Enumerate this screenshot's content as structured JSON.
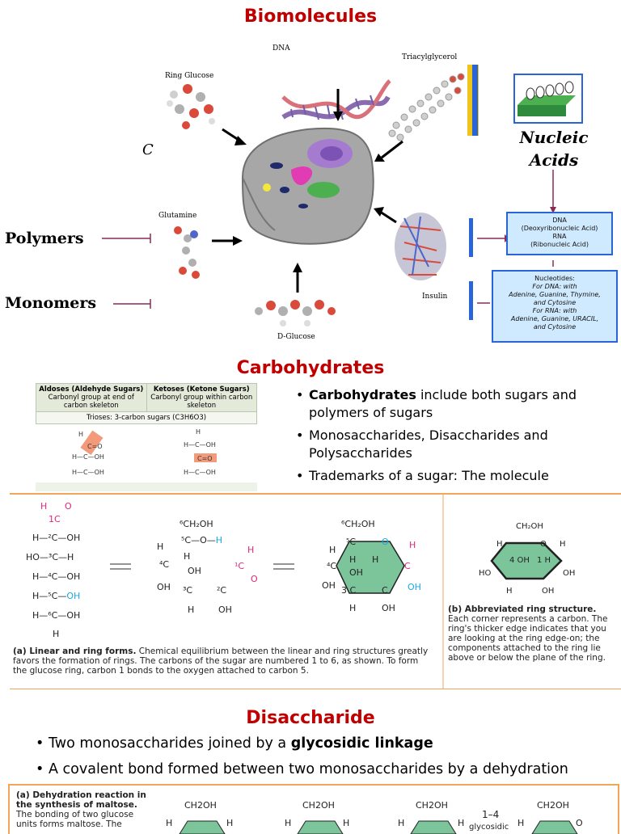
{
  "section1": {
    "title": "Biomolecules",
    "labels": {
      "dna": "DNA",
      "triacylglycerol": "Triacylglycerol",
      "ring_glucose": "Ring Glucose",
      "glutamine": "Glutamine",
      "insulin": "Insulin",
      "d_glucose": "D-Glucose",
      "c_fragment": "C",
      "polymers": "Polymers",
      "monomers": "Monomers"
    },
    "nucleic": {
      "title_line1": "Nucleic",
      "title_line2": "Acids",
      "box1_lines": [
        "DNA",
        "(Deoxyribonucleic Acid)",
        "RNA",
        "(Ribonucleic Acid)"
      ],
      "box2_lines": [
        "Nucleotides:",
        "For DNA: with",
        "Adenine, Guanine, Thymine,",
        "and Cytosine",
        "For RNA: with",
        "Adenine, Guanine, URACIL,",
        "and Cytosine"
      ]
    }
  },
  "section2": {
    "title": "Carbohydrates",
    "table": {
      "col1_head": "Aldoses (Aldehyde Sugars)",
      "col1_sub": "Carbonyl group at end of carbon skeleton",
      "col2_head": "Ketoses (Ketone Sugars)",
      "col2_sub": "Carbonyl group within carbon skeleton",
      "row_title": "Trioses: 3-carbon sugars (C3H6O3)"
    },
    "bullets": [
      {
        "bold": "Carbohydrates",
        "rest": " include both sugars and polymers of sugars"
      },
      {
        "bold": "",
        "rest": "Monosaccharides, Disaccharides and Polysaccharides"
      },
      {
        "bold": "",
        "rest": "Trademarks of a sugar: The molecule"
      }
    ],
    "figure": {
      "caption_a_bold": "(a) Linear and ring forms.",
      "caption_a": " Chemical equilibrium between the linear and ring structures greatly favors the formation of rings. The carbons of the sugar are numbered 1 to 6, as shown. To form the glucose ring, carbon 1 bonds to the oxygen attached to carbon 5.",
      "caption_b_bold": "(b) Abbreviated ring structure.",
      "caption_b": " Each corner represents a carbon. The ring's thicker edge indicates that you are looking at the ring edge-on; the components attached to the ring lie above or below the plane of the ring."
    }
  },
  "section3": {
    "title": "Disaccharide",
    "bullets": [
      {
        "pre": "Two monosaccharides joined by a ",
        "bold": "glycosidic linkage"
      },
      {
        "pre": "A covalent bond formed between two monosaccharides by a dehydration",
        "bold": ""
      }
    ],
    "figure": {
      "caption_bold": "(a) Dehydration reaction in the synthesis of maltose.",
      "caption": " The bonding of two glucose units forms maltose. The",
      "linkage": "1–4",
      "linkage_word": "glycosidic",
      "ch2oh": "CH2OH"
    }
  },
  "colors": {
    "title_red": "#c00000",
    "box_blue": "#2a64d9",
    "ring_green": "#7cc49a",
    "orange_border": "#f2a65a"
  }
}
